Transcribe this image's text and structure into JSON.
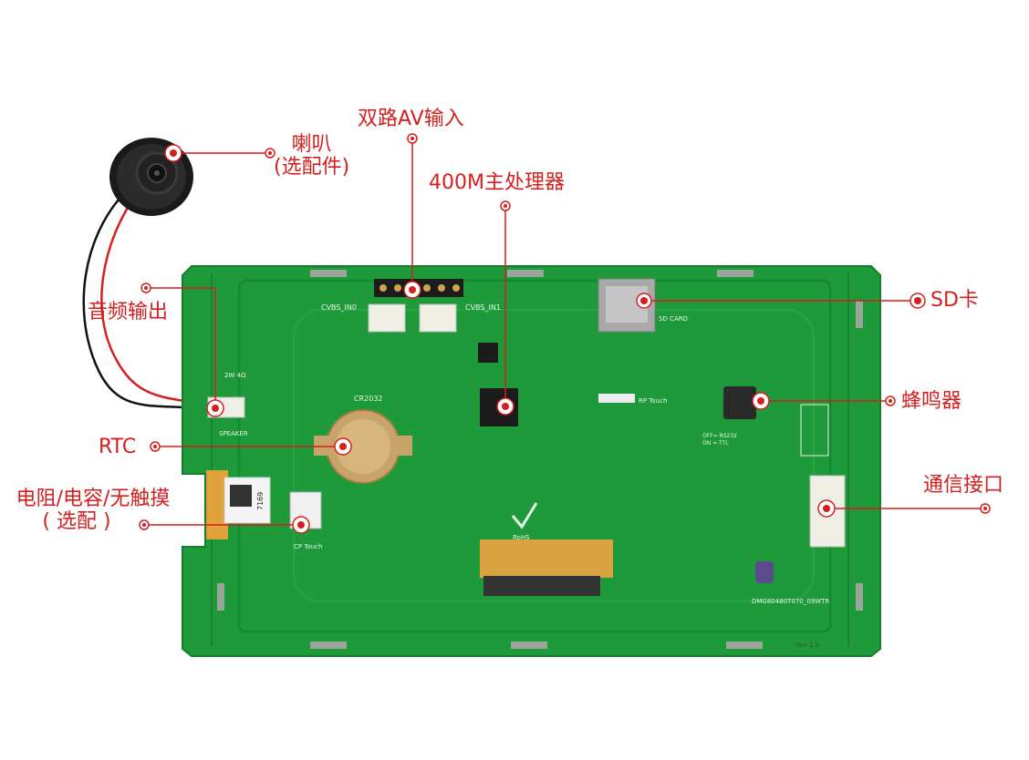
{
  "colors": {
    "accent_red": "#d41f1f",
    "pcb_green": "#1f9a3a",
    "pcb_dark_green": "#157a2c",
    "silkscreen": "#e8f3e8"
  },
  "callouts": {
    "speaker": [
      "喇叭",
      "(选配件)"
    ],
    "dual_av_input": "双路AV输入",
    "processor": "400M主处理器",
    "sd_card": "SD卡",
    "audio_output": "音频输出",
    "buzzer": "蜂鸣器",
    "rtc": "RTC",
    "comm_port": "通信接口",
    "touch_option": [
      "电阻/电容/无触摸",
      "( 选配 )"
    ]
  },
  "board_silkscreen": {
    "cvbs_in0": "CVBS_IN0",
    "cvbs_in1": "CVBS_IN1",
    "cr2032": "CR2032",
    "sd_card": "SD CARD",
    "rp_touch": "RP Touch",
    "cp_touch": "CP Touch",
    "speaker": "SPEAKER",
    "speaker_rating": "2W 4Ω",
    "rs232_note": [
      "OFF= RS232",
      "ON = TTL"
    ],
    "rev": "Rev 1.0",
    "rohs": "RoHS",
    "qr_number": "7169",
    "board_id": "DMG80480T070_09WTR"
  }
}
